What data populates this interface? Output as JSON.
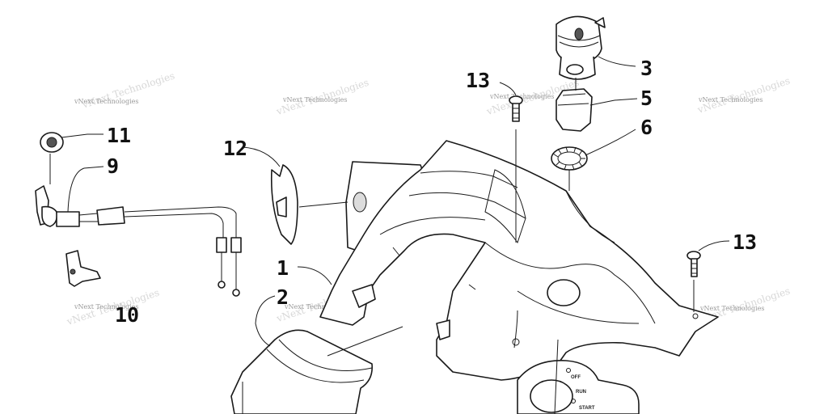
{
  "diagram": {
    "callouts": [
      {
        "id": "callout-3",
        "text": "3"
      },
      {
        "id": "callout-5",
        "text": "5"
      },
      {
        "id": "callout-6",
        "text": "6"
      },
      {
        "id": "callout-13a",
        "text": "13"
      },
      {
        "id": "callout-13b",
        "text": "13"
      },
      {
        "id": "callout-11",
        "text": "11"
      },
      {
        "id": "callout-9",
        "text": "9"
      },
      {
        "id": "callout-12",
        "text": "12"
      },
      {
        "id": "callout-1",
        "text": "1"
      },
      {
        "id": "callout-2",
        "text": "2"
      },
      {
        "id": "callout-10",
        "text": "10"
      }
    ],
    "watermark": "vNext Technologies",
    "switch_labels": {
      "off": "OFF",
      "run": "RUN",
      "start": "START"
    }
  }
}
